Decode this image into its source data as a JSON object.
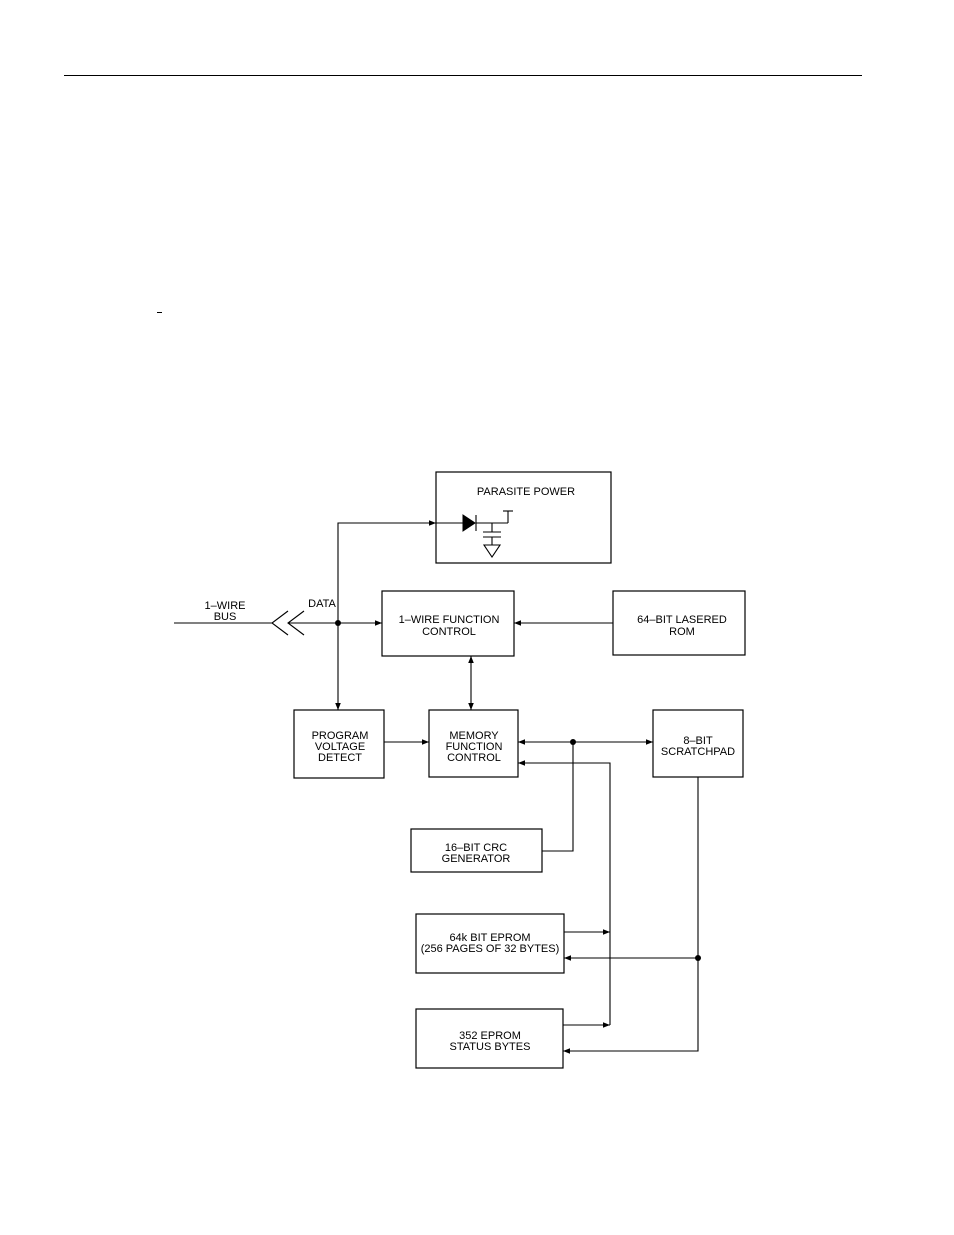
{
  "blocks": {
    "parasite_power": [
      "PARASITE POWER"
    ],
    "function_control": [
      "1–WIRE FUNCTION",
      "CONTROL"
    ],
    "lasered_rom": [
      "64–BIT LASERED",
      "ROM"
    ],
    "program_voltage": [
      "PROGRAM",
      "VOLTAGE",
      "DETECT"
    ],
    "memory_function": [
      "MEMORY",
      "FUNCTION",
      "CONTROL"
    ],
    "scratchpad": [
      "8–BIT",
      "SCRATCHPAD"
    ],
    "crc_generator": [
      "16–BIT CRC",
      "GENERATOR"
    ],
    "eprom": [
      "64k BIT EPROM",
      "(256 PAGES OF 32 BYTES)"
    ],
    "status_bytes": [
      "352 EPROM",
      "STATUS BYTES"
    ]
  },
  "labels": {
    "bus": [
      "1–WIRE",
      "BUS"
    ],
    "data": "DATA"
  }
}
